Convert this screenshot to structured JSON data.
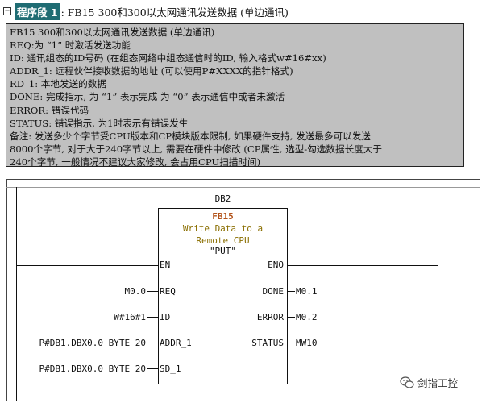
{
  "header": {
    "collapse_glyph": "⊟",
    "tag": "程序段 1",
    "title_latin": ": FB15 300和300以太网通讯发送数据 (单边通讯)"
  },
  "description_lines": [
    "FB15 300和300以太网通讯发送数据  (单边通讯)",
    "REQ:为 “1” 时激活发送功能",
    "ID: 通讯组态的ID号码 (在组态网络中组态通信时的ID, 输入格式w#16#xx)",
    "ADDR_1: 远程伙伴接收数据的地址 (可以使用P#XXXX的指针格式)",
    "RD_1: 本地发送的数据",
    "DONE: 完成指示, 为 “1” 表示完成 为 “0” 表示通信中或者未激活",
    "ERROR: 错误代码",
    "STATUS: 错误指示, 为1时表示有错误发生",
    " 备注: 发送多少个字节受CPU版本和CP模块版本限制, 如果硬件支持, 发送最多可以发送",
    "8000个字节, 对于大于240字节以上, 需要在硬件中修改 (CP属性, 选型-勾选数据长度大于",
    "240个字节, 一般情况不建议大家修改, 会占用CPU扫描时间)"
  ],
  "block": {
    "db": "DB2",
    "fb": "FB15",
    "desc1": "Write Data to a",
    "desc2": "Remote CPU",
    "desc3": "\"PUT\"",
    "in": {
      "en": "EN",
      "req": "REQ",
      "id": "ID",
      "addr": "ADDR_1",
      "sd": "SD_1"
    },
    "out": {
      "eno": "ENO",
      "done": "DONE",
      "error": "ERROR",
      "status": "STATUS"
    },
    "actual_in": {
      "req": "M0.0",
      "id": "W#16#1",
      "addr": "P#DB1.DBX0.0 BYTE 20",
      "sd": "P#DB1.DBX0.0 BYTE 20"
    },
    "actual_out": {
      "done": "M0.1",
      "error": "M0.2",
      "status": "MW10"
    }
  },
  "watermark": {
    "text": "剑指工控",
    "icon": "wechat-icon"
  }
}
